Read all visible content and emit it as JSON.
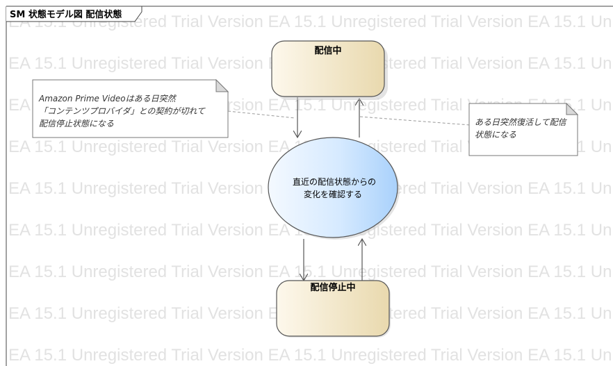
{
  "frame": {
    "title": "SM 状態モデル図  配信状態"
  },
  "watermark": {
    "text": "EA 15.1 Unregistered Trial Version EA 15.1 Unregistered Trial Version EA 15.1 Unregistered Trial Version"
  },
  "states": {
    "streaming": "配信中",
    "stopped": "配信停止中"
  },
  "choice": {
    "line1": "直近の配信状態からの",
    "line2": "変化を確認する"
  },
  "notes": {
    "left": {
      "line1": "Amazon Prime Videoはある日突然",
      "line2": "「コンテンツプロバイダ」との契約が切れて",
      "line3": "配信停止状態になる"
    },
    "right": {
      "line1": "ある日突然復活して配信",
      "line2": "状態になる"
    }
  },
  "colors": {
    "state_fill_light": "#fdf8ec",
    "state_fill_dark": "#e9d9ae",
    "choice_fill_light": "#eef6ff",
    "choice_fill_dark": "#a9d1fb",
    "stroke": "#555555"
  }
}
